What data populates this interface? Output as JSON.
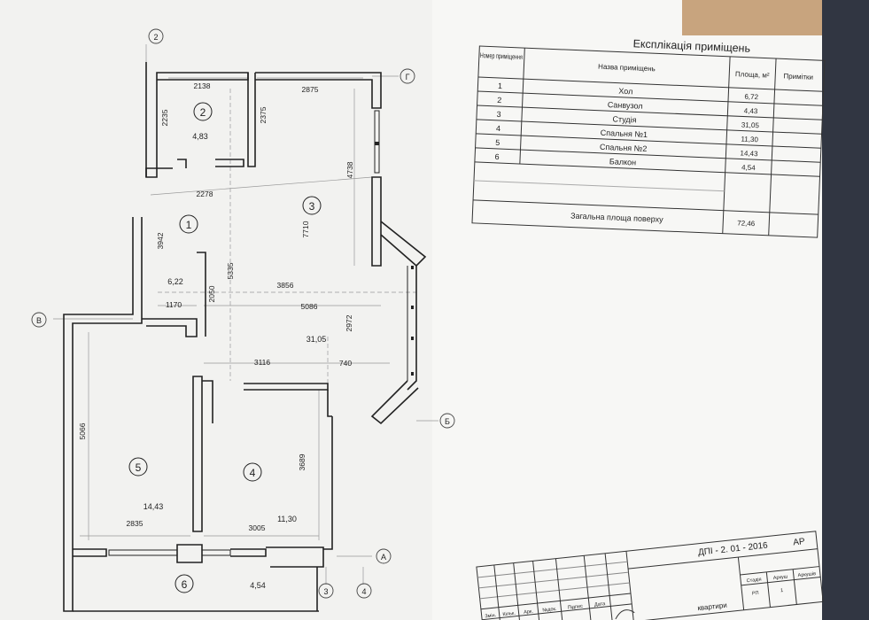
{
  "plan": {
    "axes": {
      "a": "А",
      "b": "Б",
      "v": "В",
      "g": "Г",
      "n2": "2",
      "n3": "3",
      "n4": "4"
    },
    "rooms": [
      {
        "number": "1",
        "area": "6,22"
      },
      {
        "number": "2",
        "area": "4,83"
      },
      {
        "number": "3",
        "area": "31,05"
      },
      {
        "number": "4",
        "area": "11,30"
      },
      {
        "number": "5",
        "area": "14,43"
      },
      {
        "number": "6",
        "area": "4,54"
      }
    ],
    "dimensions": {
      "d2138": "2138",
      "d2875": "2875",
      "d2235": "2235",
      "d2375": "2375",
      "d4738": "4738",
      "d2278": "2278",
      "d7710": "7710",
      "d3942": "3942",
      "d5335": "5335",
      "d3856": "3856",
      "d2050": "2050",
      "d1170": "1170",
      "d5086": "5086",
      "d2972": "2972",
      "d3116": "3116",
      "d740": "740",
      "d5066": "5066",
      "d3689": "3689",
      "d2835": "2835",
      "d3005": "3005"
    }
  },
  "explication": {
    "title": "Експлікація приміщень",
    "headers": {
      "number": "Номер приміщення",
      "name": "Назва приміщень",
      "area": "Площа, м²",
      "notes": "Примітки"
    },
    "rows": [
      {
        "number": "1",
        "name": "Хол",
        "area": "6,72"
      },
      {
        "number": "2",
        "name": "Санвузол",
        "area": "4,43"
      },
      {
        "number": "3",
        "name": "Студія",
        "area": "31,05"
      },
      {
        "number": "4",
        "name": "Спальня №1",
        "area": "11,30"
      },
      {
        "number": "5",
        "name": "Спальня №2",
        "area": "14,43"
      },
      {
        "number": "6",
        "name": "Балкон",
        "area": "4,54"
      }
    ],
    "total_label": "Загальна площа поверху",
    "total_value": "72,46"
  },
  "stamp": {
    "code": "ДПІ - 2. 01 - 2016",
    "mark": "АР",
    "col_labels": [
      "Змін.",
      "Кільк.",
      "Арк.",
      "№док.",
      "Підпис",
      "Дата"
    ],
    "stage_label": "Стадія",
    "sheet_label": "Аркуш",
    "sheets_label": "Аркушів",
    "stage_value": "РП",
    "sheet_value": "1",
    "fragment": "квартири"
  }
}
